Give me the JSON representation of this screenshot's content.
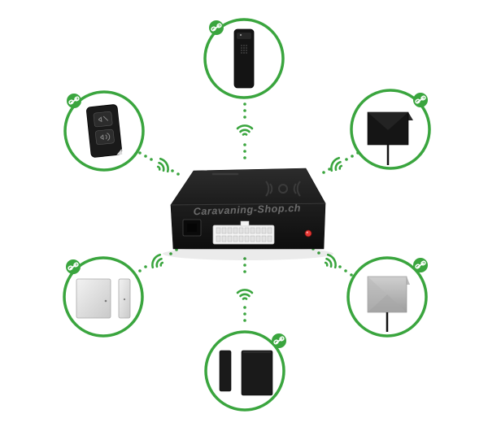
{
  "watermark": "Caravaning-Shop.ch",
  "colors": {
    "ring": "#3aa53e",
    "dots": "#3aa53e",
    "central_body": "#1f1f1f",
    "led": "#e53935",
    "background": "#ffffff"
  },
  "central_unit": {
    "icon": "alarm-control-unit-icon",
    "watermark_ref": "watermark"
  },
  "peripherals": [
    {
      "id": "top",
      "icon": "wireless-siren-icon",
      "badge_icon": "link-icon"
    },
    {
      "id": "upper-left",
      "icon": "remote-control-icon",
      "badge_icon": "link-icon"
    },
    {
      "id": "upper-right",
      "icon": "black-motion-sensor-icon",
      "badge_icon": "link-icon"
    },
    {
      "id": "lower-left",
      "icon": "white-door-contact-icon",
      "badge_icon": "link-icon"
    },
    {
      "id": "lower-right",
      "icon": "grey-motion-sensor-icon",
      "badge_icon": "link-icon"
    },
    {
      "id": "bottom",
      "icon": "black-door-contact-icon",
      "badge_icon": "link-icon"
    }
  ]
}
